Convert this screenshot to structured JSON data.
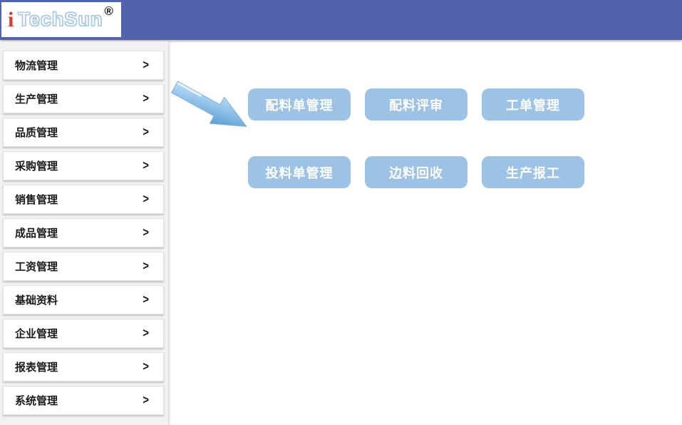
{
  "header": {
    "logo_i": "i",
    "logo_name": "TechSun",
    "logo_registered": "®"
  },
  "colors": {
    "header_bg": "#5263ae",
    "button_bg": "#9cc3e6",
    "button_text": "#ffffff",
    "logo_i_color": "#e8352a",
    "logo_outline": "#a9c9e6",
    "sidebar_bg": "#f2f2f2",
    "arrow_light": "#d6eaf8",
    "arrow_dark": "#5a9fd4"
  },
  "sidebar": {
    "chevron": ">",
    "items": [
      {
        "label": "物流管理"
      },
      {
        "label": "生产管理"
      },
      {
        "label": "品质管理"
      },
      {
        "label": "采购管理"
      },
      {
        "label": "销售管理"
      },
      {
        "label": "成品管理"
      },
      {
        "label": "工资管理"
      },
      {
        "label": "基础资料"
      },
      {
        "label": "企业管理"
      },
      {
        "label": "报表管理"
      },
      {
        "label": "系统管理"
      }
    ]
  },
  "main": {
    "buttons": [
      {
        "label": "配料单管理"
      },
      {
        "label": "配料评审"
      },
      {
        "label": "工单管理"
      },
      {
        "label": "投料单管理"
      },
      {
        "label": "边料回收"
      },
      {
        "label": "生产报工"
      }
    ]
  }
}
